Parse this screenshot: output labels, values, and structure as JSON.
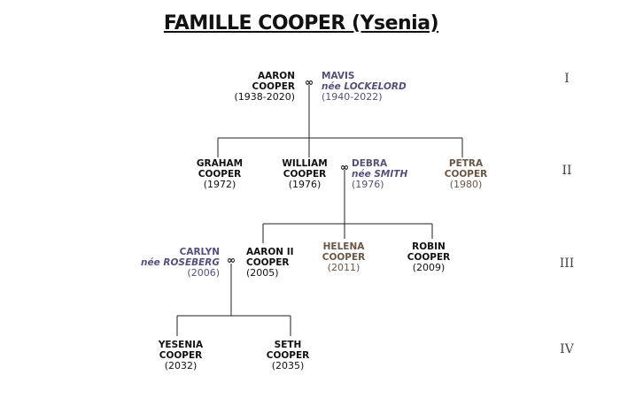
{
  "title": "FAMILLE COOPER (Ysenia)",
  "marriage_symbol": "∞",
  "generations": [
    "I",
    "II",
    "III",
    "IV"
  ],
  "people": {
    "aaron": {
      "first": "AARON",
      "last": "COOPER",
      "years": "(1938-2020)"
    },
    "mavis": {
      "first": "MAVIS",
      "nee": "née LOCKELORD",
      "years": "(1940-2022)"
    },
    "graham": {
      "first": "GRAHAM",
      "last": "COOPER",
      "years": "(1972)"
    },
    "william": {
      "first": "WILLIAM",
      "last": "COOPER",
      "years": "(1976)"
    },
    "debra": {
      "first": "DEBRA",
      "nee": "née SMITH",
      "years": "(1976)"
    },
    "petra": {
      "first": "PETRA",
      "last": "COOPER",
      "years": "(1980)"
    },
    "carlyn": {
      "first": "CARLYN",
      "nee": "née ROSEBERG",
      "years": "(2006)"
    },
    "aaron2": {
      "first": "AARON II",
      "last": "COOPER",
      "years": "(2005)"
    },
    "helena": {
      "first": "HELENA",
      "last": "COOPER",
      "years": "(2011)"
    },
    "robin": {
      "first": "ROBIN",
      "last": "COOPER",
      "years": "(2009)"
    },
    "yesenia": {
      "first": "YESENIA",
      "last": "COOPER",
      "years": "(2032)"
    },
    "seth": {
      "first": "SETH",
      "last": "COOPER",
      "years": "(2035)"
    }
  },
  "colors": {
    "blood": "#111111",
    "spouse": "#55507a",
    "sibling": "#6b5544"
  }
}
